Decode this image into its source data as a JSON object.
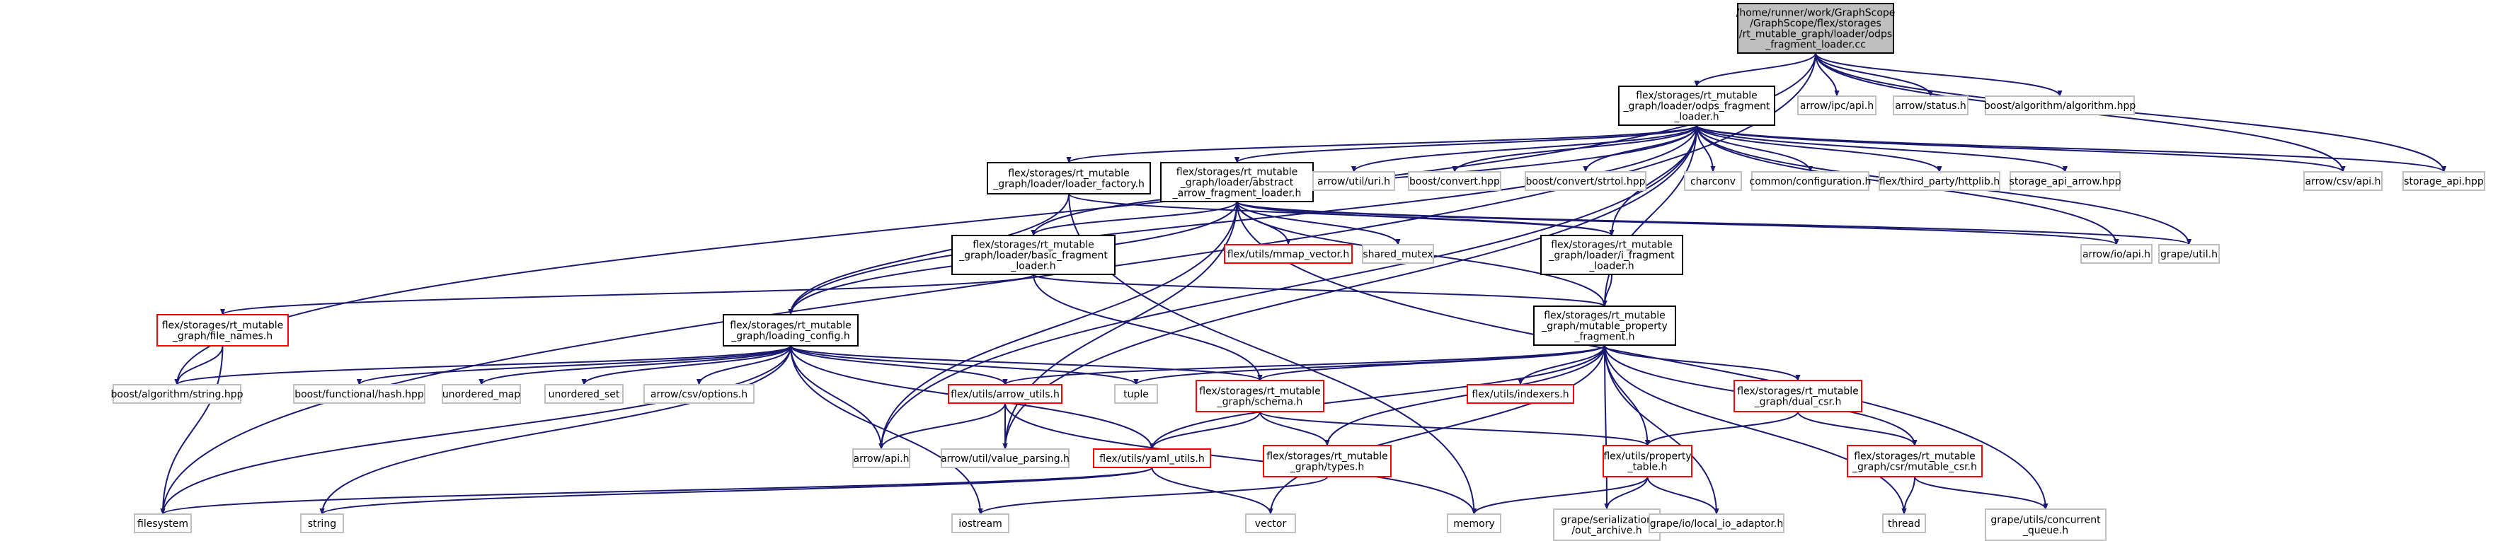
{
  "colors": {
    "edge": "#191970",
    "normal_border": "#000000",
    "gray_border": "#bfbfbf",
    "red_border": "#ff0000",
    "root_fill": "#bfbfbf",
    "fill": "#ffffff",
    "text": "#000000",
    "gray_text": "#404040"
  },
  "nodes": [
    {
      "id": "root",
      "style": "root",
      "lines": [
        "/home/runner/work/GraphScope",
        "/GraphScope/flex/storages",
        "/rt_mutable_graph/loader/odps",
        "_fragment_loader.cc"
      ]
    },
    {
      "id": "odps_h",
      "style": "normal",
      "lines": [
        "flex/storages/rt_mutable",
        "_graph/loader/odps_fragment",
        "_loader.h"
      ]
    },
    {
      "id": "ipc_api",
      "style": "gray",
      "lines": [
        "arrow/ipc/api.h"
      ]
    },
    {
      "id": "arrow_status",
      "style": "gray",
      "lines": [
        "arrow/status.h"
      ]
    },
    {
      "id": "boost_algo",
      "style": "gray",
      "lines": [
        "boost/algorithm/algorithm.hpp"
      ]
    },
    {
      "id": "loader_factory",
      "style": "normal",
      "lines": [
        "flex/storages/rt_mutable",
        "_graph/loader/loader_factory.h"
      ]
    },
    {
      "id": "abstract_loader",
      "style": "normal",
      "lines": [
        "flex/storages/rt_mutable",
        "_graph/loader/abstract",
        "_arrow_fragment_loader.h"
      ]
    },
    {
      "id": "uri",
      "style": "gray",
      "lines": [
        "arrow/util/uri.h"
      ]
    },
    {
      "id": "boost_convert",
      "style": "gray",
      "lines": [
        "boost/convert.hpp"
      ]
    },
    {
      "id": "strtol",
      "style": "gray",
      "lines": [
        "boost/convert/strtol.hpp"
      ]
    },
    {
      "id": "charconv",
      "style": "gray",
      "lines": [
        "charconv"
      ]
    },
    {
      "id": "common_conf",
      "style": "gray",
      "lines": [
        "common/configuration.h"
      ]
    },
    {
      "id": "httplib",
      "style": "gray",
      "lines": [
        "flex/third_party/httplib.h"
      ]
    },
    {
      "id": "storage_arrow",
      "style": "gray",
      "lines": [
        "storage_api_arrow.hpp"
      ]
    },
    {
      "id": "csv_api",
      "style": "gray",
      "lines": [
        "arrow/csv/api.h"
      ]
    },
    {
      "id": "storage_api",
      "style": "gray",
      "lines": [
        "storage_api.hpp"
      ]
    },
    {
      "id": "basic_loader",
      "style": "normal",
      "lines": [
        "flex/storages/rt_mutable",
        "_graph/loader/basic_fragment",
        "_loader.h"
      ]
    },
    {
      "id": "mmap_vector",
      "style": "red",
      "lines": [
        "flex/utils/mmap_vector.h"
      ]
    },
    {
      "id": "shared_mutex",
      "style": "gray",
      "lines": [
        "shared_mutex"
      ]
    },
    {
      "id": "i_loader",
      "style": "normal",
      "lines": [
        "flex/storages/rt_mutable",
        "_graph/loader/i_fragment",
        "_loader.h"
      ]
    },
    {
      "id": "io_api",
      "style": "gray",
      "lines": [
        "arrow/io/api.h"
      ]
    },
    {
      "id": "grape_util",
      "style": "gray",
      "lines": [
        "grape/util.h"
      ]
    },
    {
      "id": "file_names",
      "style": "red",
      "lines": [
        "flex/storages/rt_mutable",
        "_graph/file_names.h"
      ]
    },
    {
      "id": "loading_config",
      "style": "normal",
      "lines": [
        "flex/storages/rt_mutable",
        "_graph/loading_config.h"
      ]
    },
    {
      "id": "mpf",
      "style": "normal",
      "lines": [
        "flex/storages/rt_mutable",
        "_graph/mutable_property",
        "_fragment.h"
      ]
    },
    {
      "id": "boost_string",
      "style": "gray",
      "lines": [
        "boost/algorithm/string.hpp"
      ]
    },
    {
      "id": "hash",
      "style": "gray",
      "lines": [
        "boost/functional/hash.hpp"
      ]
    },
    {
      "id": "unordered_map",
      "style": "gray",
      "lines": [
        "unordered_map"
      ]
    },
    {
      "id": "unordered_set",
      "style": "gray",
      "lines": [
        "unordered_set"
      ]
    },
    {
      "id": "csv_options",
      "style": "gray",
      "lines": [
        "arrow/csv/options.h"
      ]
    },
    {
      "id": "arrow_utils",
      "style": "red",
      "lines": [
        "flex/utils/arrow_utils.h"
      ]
    },
    {
      "id": "tuple",
      "style": "gray",
      "lines": [
        "tuple"
      ]
    },
    {
      "id": "schema",
      "style": "red",
      "lines": [
        "flex/storages/rt_mutable",
        "_graph/schema.h"
      ]
    },
    {
      "id": "indexers",
      "style": "red",
      "lines": [
        "flex/utils/indexers.h"
      ]
    },
    {
      "id": "dual_csr",
      "style": "red",
      "lines": [
        "flex/storages/rt_mutable",
        "_graph/dual_csr.h"
      ]
    },
    {
      "id": "arrow_api",
      "style": "gray",
      "lines": [
        "arrow/api.h"
      ]
    },
    {
      "id": "value_parsing",
      "style": "gray",
      "lines": [
        "arrow/util/value_parsing.h"
      ]
    },
    {
      "id": "yaml_utils",
      "style": "red",
      "lines": [
        "flex/utils/yaml_utils.h"
      ]
    },
    {
      "id": "types",
      "style": "red",
      "lines": [
        "flex/storages/rt_mutable",
        "_graph/types.h"
      ]
    },
    {
      "id": "property_table",
      "style": "red",
      "lines": [
        "flex/utils/property",
        "_table.h"
      ]
    },
    {
      "id": "mutable_csr",
      "style": "red",
      "lines": [
        "flex/storages/rt_mutable",
        "_graph/csr/mutable_csr.h"
      ]
    },
    {
      "id": "filesystem",
      "style": "gray",
      "lines": [
        "filesystem"
      ]
    },
    {
      "id": "string",
      "style": "gray",
      "lines": [
        "string"
      ]
    },
    {
      "id": "iostream",
      "style": "gray",
      "lines": [
        "iostream"
      ]
    },
    {
      "id": "vector",
      "style": "gray",
      "lines": [
        "vector"
      ]
    },
    {
      "id": "memory",
      "style": "gray",
      "lines": [
        "memory"
      ]
    },
    {
      "id": "out_archive",
      "style": "gray",
      "lines": [
        "grape/serialization",
        "/out_archive.h"
      ]
    },
    {
      "id": "local_io",
      "style": "gray",
      "lines": [
        "grape/io/local_io_adaptor.h"
      ]
    },
    {
      "id": "thread",
      "style": "gray",
      "lines": [
        "thread"
      ]
    },
    {
      "id": "concurrent_queue",
      "style": "gray",
      "lines": [
        "grape/utils/concurrent",
        "_queue.h"
      ]
    }
  ],
  "edges": [
    [
      "root",
      "odps_h"
    ],
    [
      "root",
      "ipc_api"
    ],
    [
      "root",
      "arrow_status"
    ],
    [
      "root",
      "boost_algo"
    ],
    [
      "root",
      "csv_api"
    ],
    [
      "root",
      "storage_api"
    ],
    [
      "root",
      "boost_string"
    ],
    [
      "root",
      "filesystem"
    ],
    [
      "odps_h",
      "loader_factory"
    ],
    [
      "odps_h",
      "abstract_loader"
    ],
    [
      "odps_h",
      "uri"
    ],
    [
      "odps_h",
      "boost_convert"
    ],
    [
      "odps_h",
      "strtol"
    ],
    [
      "odps_h",
      "charconv"
    ],
    [
      "odps_h",
      "common_conf"
    ],
    [
      "odps_h",
      "httplib"
    ],
    [
      "odps_h",
      "storage_arrow"
    ],
    [
      "odps_h",
      "csv_api"
    ],
    [
      "odps_h",
      "storage_api"
    ],
    [
      "odps_h",
      "basic_loader"
    ],
    [
      "odps_h",
      "i_loader"
    ],
    [
      "odps_h",
      "io_api"
    ],
    [
      "odps_h",
      "grape_util"
    ],
    [
      "odps_h",
      "loading_config"
    ],
    [
      "odps_h",
      "mpf"
    ],
    [
      "odps_h",
      "arrow_api"
    ],
    [
      "odps_h",
      "value_parsing"
    ],
    [
      "loader_factory",
      "loading_config"
    ],
    [
      "loader_factory",
      "i_loader"
    ],
    [
      "loader_factory",
      "memory"
    ],
    [
      "abstract_loader",
      "basic_loader"
    ],
    [
      "abstract_loader",
      "mmap_vector"
    ],
    [
      "abstract_loader",
      "shared_mutex"
    ],
    [
      "abstract_loader",
      "i_loader"
    ],
    [
      "abstract_loader",
      "io_api"
    ],
    [
      "abstract_loader",
      "grape_util"
    ],
    [
      "abstract_loader",
      "loading_config"
    ],
    [
      "abstract_loader",
      "mpf"
    ],
    [
      "abstract_loader",
      "arrow_api"
    ],
    [
      "abstract_loader",
      "value_parsing"
    ],
    [
      "abstract_loader",
      "concurrent_queue"
    ],
    [
      "basic_loader",
      "file_names"
    ],
    [
      "basic_loader",
      "mpf"
    ],
    [
      "basic_loader",
      "schema"
    ],
    [
      "i_loader",
      "mpf"
    ],
    [
      "file_names",
      "boost_string"
    ],
    [
      "file_names",
      "filesystem"
    ],
    [
      "loading_config",
      "boost_string"
    ],
    [
      "loading_config",
      "hash"
    ],
    [
      "loading_config",
      "unordered_map"
    ],
    [
      "loading_config",
      "unordered_set"
    ],
    [
      "loading_config",
      "csv_options"
    ],
    [
      "loading_config",
      "arrow_utils"
    ],
    [
      "loading_config",
      "tuple"
    ],
    [
      "loading_config",
      "schema"
    ],
    [
      "loading_config",
      "arrow_api"
    ],
    [
      "loading_config",
      "yaml_utils"
    ],
    [
      "loading_config",
      "filesystem"
    ],
    [
      "loading_config",
      "string"
    ],
    [
      "loading_config",
      "iostream"
    ],
    [
      "mpf",
      "tuple"
    ],
    [
      "mpf",
      "arrow_utils"
    ],
    [
      "mpf",
      "schema"
    ],
    [
      "mpf",
      "indexers"
    ],
    [
      "mpf",
      "dual_csr"
    ],
    [
      "mpf",
      "yaml_utils"
    ],
    [
      "mpf",
      "types"
    ],
    [
      "mpf",
      "property_table"
    ],
    [
      "mpf",
      "mutable_csr"
    ],
    [
      "mpf",
      "vector"
    ],
    [
      "mpf",
      "out_archive"
    ],
    [
      "mpf",
      "local_io"
    ],
    [
      "mpf",
      "thread"
    ],
    [
      "arrow_utils",
      "arrow_api"
    ],
    [
      "arrow_utils",
      "value_parsing"
    ],
    [
      "arrow_utils",
      "memory"
    ],
    [
      "schema",
      "yaml_utils"
    ],
    [
      "schema",
      "types"
    ],
    [
      "schema",
      "property_table"
    ],
    [
      "yaml_utils",
      "filesystem"
    ],
    [
      "yaml_utils",
      "string"
    ],
    [
      "yaml_utils",
      "vector"
    ],
    [
      "types",
      "iostream"
    ],
    [
      "property_table",
      "memory"
    ],
    [
      "property_table",
      "out_archive"
    ],
    [
      "property_table",
      "local_io"
    ],
    [
      "dual_csr",
      "property_table"
    ],
    [
      "dual_csr",
      "mutable_csr"
    ],
    [
      "mutable_csr",
      "thread"
    ],
    [
      "mutable_csr",
      "concurrent_queue"
    ]
  ]
}
